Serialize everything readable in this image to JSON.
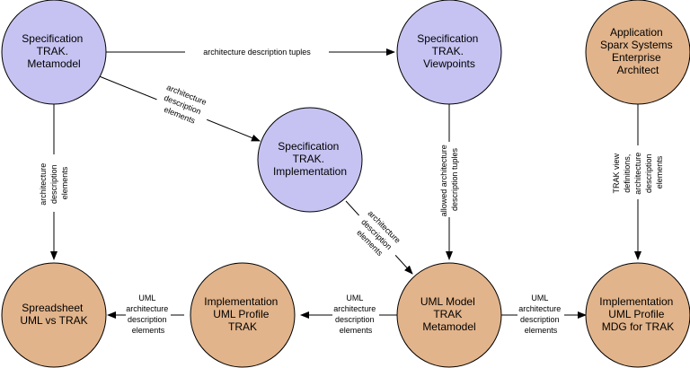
{
  "colors": {
    "specification_fill": "#c6c3f2",
    "implementation_fill": "#e2b48b",
    "stroke": "#000000",
    "background": "#ffffff"
  },
  "nodes": {
    "spec_metamodel": [
      "Specification",
      "TRAK.",
      "Metamodel"
    ],
    "spec_viewpoints": [
      "Specification",
      "TRAK.",
      "Viewpoints"
    ],
    "app_ea": [
      "Application",
      "Sparx Systems",
      "Enterprise",
      "Architect"
    ],
    "spec_implementation": [
      "Specification",
      "TRAK.",
      "Implementation"
    ],
    "spreadsheet": [
      "Spreadsheet",
      "UML vs TRAK"
    ],
    "impl_uml_profile": [
      "Implementation",
      "UML Profile",
      "TRAK"
    ],
    "uml_model": [
      "UML Model",
      "TRAK",
      "Metamodel"
    ],
    "impl_mdg": [
      "Implementation",
      "UML Profile",
      "MDG for TRAK"
    ]
  },
  "edges": {
    "metamodel_to_viewpoints": [
      "architecture description tuples"
    ],
    "metamodel_to_implementation": [
      "architecture",
      "description",
      "elements"
    ],
    "metamodel_to_spreadsheet": [
      "architecture",
      "description",
      "elements"
    ],
    "viewpoints_to_umlmodel": [
      "allowed architecture",
      "description tuples"
    ],
    "ea_to_mdg": [
      "TRAK view",
      "definitions,",
      "architecture",
      "description",
      "elements"
    ],
    "implementation_to_umlmodel": [
      "architecture",
      "description",
      "elements"
    ],
    "umlprofile_to_spreadsheet": [
      "UML",
      "architecture",
      "description",
      "elements"
    ],
    "umlmodel_to_umlprofile": [
      "UML",
      "architecture",
      "description",
      "elements"
    ],
    "umlmodel_to_mdg": [
      "UML",
      "architecture",
      "description",
      "elements"
    ]
  }
}
